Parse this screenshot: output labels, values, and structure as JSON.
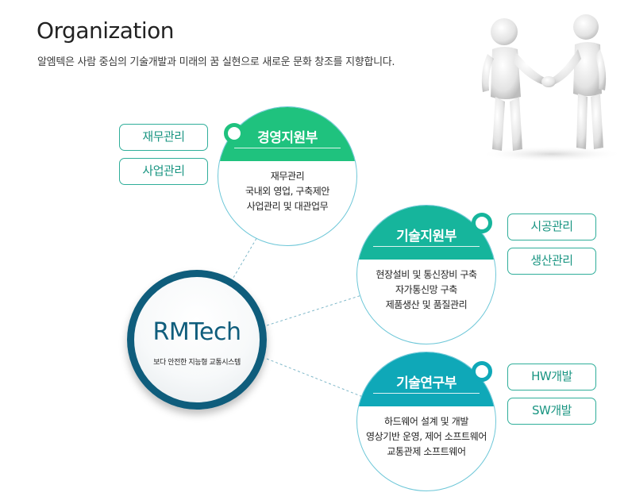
{
  "header": {
    "title": "Organization",
    "subtitle": "알엠텍은 사람 중심의 기술개발과 미래의 꿈 실현으로 새로운 문화 창조를 지향합니다."
  },
  "hub": {
    "name": "RMTech",
    "tagline": "보다 안전한 지능형 교통시스템"
  },
  "departments": [
    {
      "name": "경영지원부",
      "color": "#1fc27e",
      "duties": [
        "재무관리",
        "국내외 영업, 구축제안",
        "사업관리 및 대관업무"
      ],
      "tags": [
        "재무관리",
        "사업관리"
      ]
    },
    {
      "name": "기술지원부",
      "color": "#16b59c",
      "duties": [
        "현장설비 및 통신장비 구축",
        "자가통신망 구축",
        "제품생산 및 품질관리"
      ],
      "tags": [
        "시공관리",
        "생산관리"
      ]
    },
    {
      "name": "기술연구부",
      "color": "#0fa8b8",
      "duties": [
        "하드웨어 설계 및 개발",
        "영상기반 운영, 제어 소프트웨어",
        "교통관제 소프트웨어"
      ],
      "tags": [
        "HW개발",
        "SW개발"
      ]
    }
  ],
  "colors": {
    "hub_ring": "#0f5d7c",
    "tag_border": "#2fae9a",
    "connector": "#7fb8c9"
  },
  "illustration": {
    "icon": "handshake-icon"
  }
}
